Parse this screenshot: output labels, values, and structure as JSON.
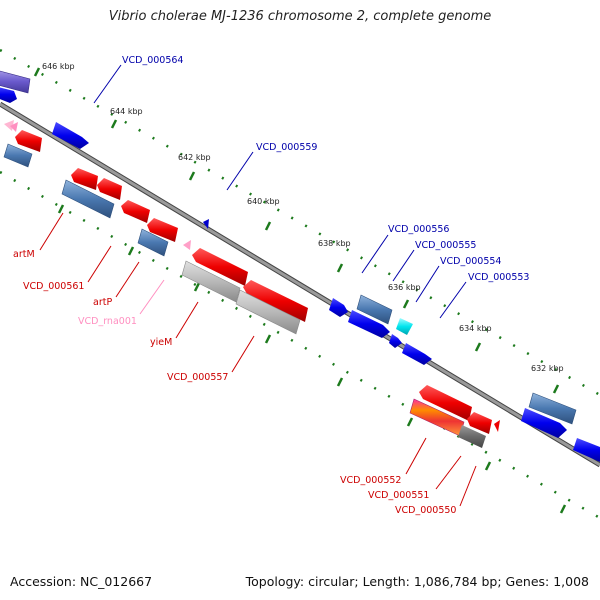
{
  "title": "Vibrio cholerae MJ-1236 chromosome 2, complete genome",
  "footer": {
    "accession": "Accession: NC_012667",
    "summary": "Topology: circular; Length: 1,086,784 bp; Genes: 1,008"
  },
  "colors": {
    "backbone": "#7a7a7a",
    "ticks": "#1d7a1d",
    "forward_cds": "#0000ee",
    "reverse_cds": "#ee0000",
    "rna": "#ffa0c8",
    "steelblue_gene": "#4a78b0",
    "gray_gene": "#b8b8b8",
    "label_blue": "#0000aa",
    "label_red": "#cc0000",
    "label_pink": "#ff8fc0"
  },
  "ticks": [
    {
      "label": "646 kbp"
    },
    {
      "label": "644 kbp"
    },
    {
      "label": "642 kbp"
    },
    {
      "label": "640 kbp"
    },
    {
      "label": "638 kbp"
    },
    {
      "label": "636 kbp"
    },
    {
      "label": "634 kbp"
    },
    {
      "label": "632 kbp"
    }
  ],
  "gene_labels": [
    {
      "text": "VCD_000564",
      "type": "forward"
    },
    {
      "text": "VCD_000559",
      "type": "forward"
    },
    {
      "text": "VCD_000556",
      "type": "forward"
    },
    {
      "text": "VCD_000555",
      "type": "forward"
    },
    {
      "text": "VCD_000554",
      "type": "forward"
    },
    {
      "text": "VCD_000553",
      "type": "forward"
    },
    {
      "text": "artM",
      "type": "reverse"
    },
    {
      "text": "VCD_000561",
      "type": "reverse"
    },
    {
      "text": "artP",
      "type": "reverse"
    },
    {
      "text": "VCD_rna001",
      "type": "rna"
    },
    {
      "text": "yieM",
      "type": "reverse"
    },
    {
      "text": "VCD_000557",
      "type": "reverse"
    },
    {
      "text": "VCD_000552",
      "type": "reverse"
    },
    {
      "text": "VCD_000551",
      "type": "reverse"
    },
    {
      "text": "VCD_000550",
      "type": "reverse"
    }
  ]
}
